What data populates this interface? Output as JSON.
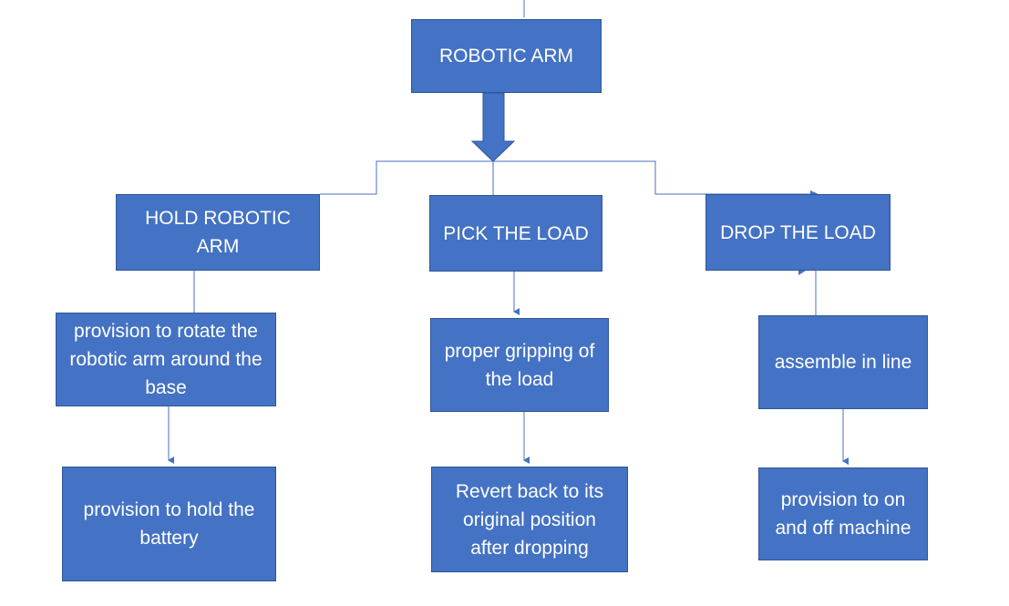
{
  "colors": {
    "box_fill": "#4472C4",
    "box_border": "#2F5597",
    "connector": "#4472C4",
    "text": "#FFFFFF"
  },
  "nodes": {
    "root": "ROBOTIC ARM",
    "hold": "HOLD ROBOTIC ARM",
    "pick": "PICK THE LOAD",
    "drop": "DROP THE LOAD",
    "rotate": "provision to rotate the robotic arm around the base",
    "grip": "proper gripping of the load",
    "assemble": "assemble in line",
    "battery": "provision to hold the battery",
    "revert": "Revert back to its original position after dropping",
    "onoff": "provision to on and off machine"
  }
}
